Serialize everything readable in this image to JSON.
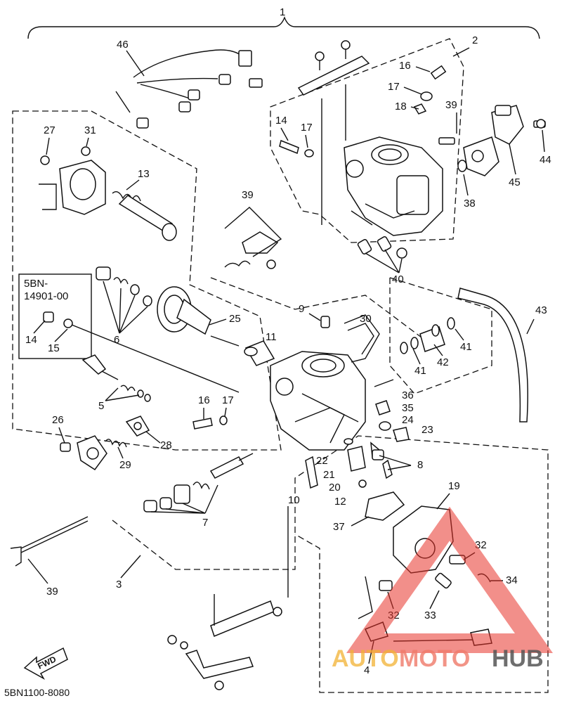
{
  "callouts": [
    "1",
    "2",
    "3",
    "4",
    "5",
    "6",
    "7",
    "8",
    "9",
    "10",
    "11",
    "12",
    "13",
    "14",
    "15",
    "16",
    "17",
    "18",
    "19",
    "20",
    "21",
    "22",
    "23",
    "24",
    "25",
    "26",
    "27",
    "28",
    "29",
    "30",
    "31",
    "32",
    "33",
    "34",
    "35",
    "36",
    "37",
    "38",
    "39",
    "40",
    "41",
    "42",
    "43",
    "44",
    "45",
    "46"
  ],
  "labels": {
    "n1": "1",
    "n2": "2",
    "n3": "3",
    "n4": "4",
    "n5": "5",
    "n6": "6",
    "n7": "7",
    "n8": "8",
    "n9": "9",
    "n10": "10",
    "n11": "11",
    "n12": "12",
    "n13": "13",
    "n14a": "14",
    "n14b": "14",
    "n15": "15",
    "n16a": "16",
    "n16b": "16",
    "n17a": "17",
    "n17b": "17",
    "n17c": "17",
    "n18": "18",
    "n19": "19",
    "n20": "20",
    "n21": "21",
    "n22": "22",
    "n23": "23",
    "n24": "24",
    "n25": "25",
    "n26": "26",
    "n27": "27",
    "n28": "28",
    "n29": "29",
    "n30": "30",
    "n31": "31",
    "n32a": "32",
    "n32b": "32",
    "n33": "33",
    "n34": "34",
    "n35": "35",
    "n36": "36",
    "n37": "37",
    "n38": "38",
    "n39a": "39",
    "n39b": "39",
    "n39c": "39",
    "n40": "40",
    "n41a": "41",
    "n41b": "41",
    "n42": "42",
    "n43": "43",
    "n44": "44",
    "n45": "45",
    "n46": "46"
  },
  "ref_box": {
    "line1": "5BN-",
    "line2": "14901-00"
  },
  "fwd_label": "FWD",
  "diagram_code": "5BN1100-8080",
  "watermark": {
    "part1": "AUTO",
    "part2": "MOTO",
    "part3": "HUB",
    "accent": "#e8332a"
  }
}
